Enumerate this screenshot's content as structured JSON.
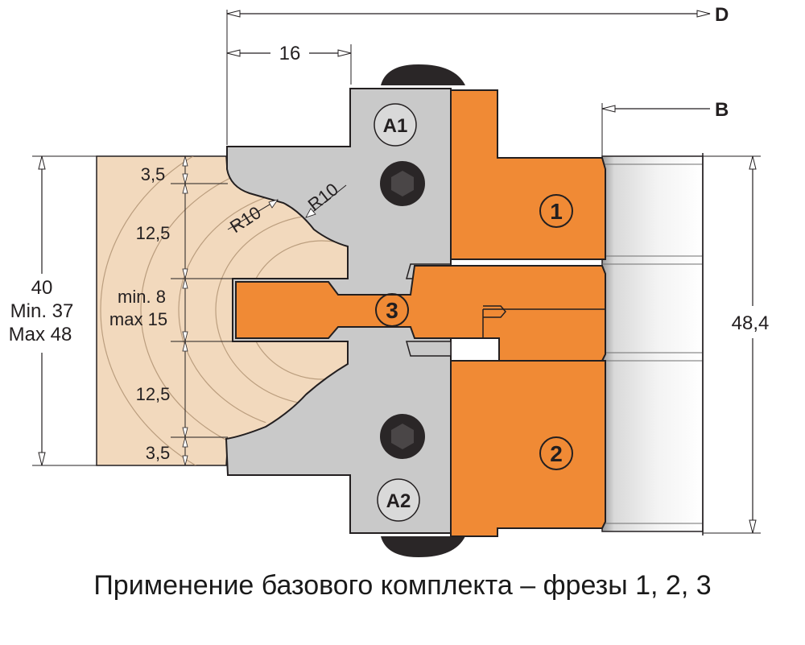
{
  "dimensions": {
    "d_label": "D",
    "b_label": "B",
    "width_16": "16",
    "height_48_4": "48,4",
    "left_40": "40",
    "left_min": "Min. 37",
    "left_max": "Max 48",
    "seg_3_5_top": "3,5",
    "seg_12_5_top": "12,5",
    "seg_min": "min. 8",
    "seg_max": "max 15",
    "seg_12_5_bottom": "12,5",
    "seg_3_5_bottom": "3,5",
    "radius_left": "R10",
    "radius_right": "R10"
  },
  "parts": {
    "knife_a1": "A1",
    "knife_a2": "A2",
    "cutter_1": "1",
    "cutter_2": "2",
    "cutter_3": "3"
  },
  "colors": {
    "wood": "#f2d9bd",
    "orange": "#f08a35",
    "gray": "#c9c9c9",
    "dark": "#231f20"
  },
  "caption": "Применение базового комплекта – фрезы 1, 2, 3"
}
